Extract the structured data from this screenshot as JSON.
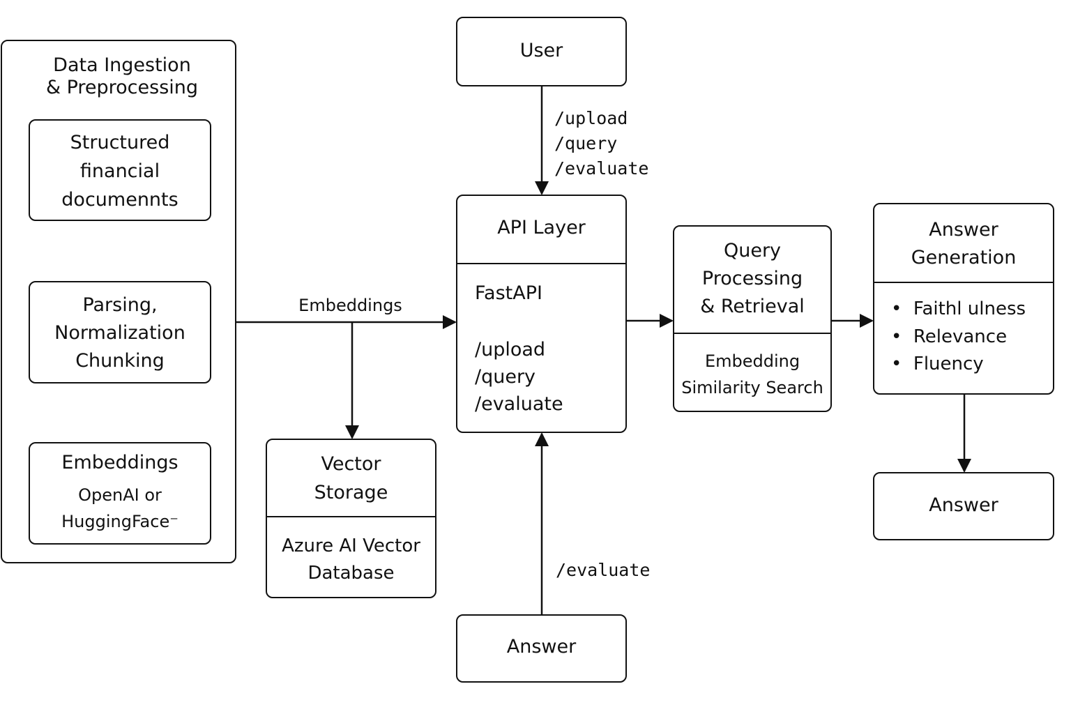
{
  "ingestion": {
    "title": [
      "Data Ingestion",
      "& Preprocessing"
    ],
    "docs": [
      "Structured",
      "financial",
      "documennts"
    ],
    "parsing": [
      "Parsing,",
      "Normalization",
      "Chunking"
    ],
    "emb_title": "Embeddings",
    "emb_sub": [
      "OpenAI or",
      "HuggingFace⁻"
    ]
  },
  "user": {
    "label": "User"
  },
  "user_arrow_label": [
    "/upload",
    "/query",
    "/evaluate"
  ],
  "embeddings_arrow_label": "Embeddings",
  "api": {
    "title": "API Layer",
    "framework": "FastAPI",
    "endpoints": [
      "/upload",
      "/query",
      "/evaluate"
    ]
  },
  "vector": {
    "title": [
      "Vector",
      "Storage"
    ],
    "body": [
      "Azure AI Vector",
      "Database"
    ]
  },
  "query": {
    "title": [
      "Query",
      "Processing",
      "& Retrieval"
    ],
    "body": [
      "Embedding",
      "Similarity Search"
    ]
  },
  "answer_gen": {
    "title": [
      "Answer",
      "Generation"
    ],
    "bullets": [
      "Faithl ulness",
      "Relevance",
      "Fluency"
    ]
  },
  "answer_right": {
    "label": "Answer"
  },
  "answer_bottom": {
    "label": "Answer"
  },
  "evaluate_arrow_label": "/evaluate"
}
